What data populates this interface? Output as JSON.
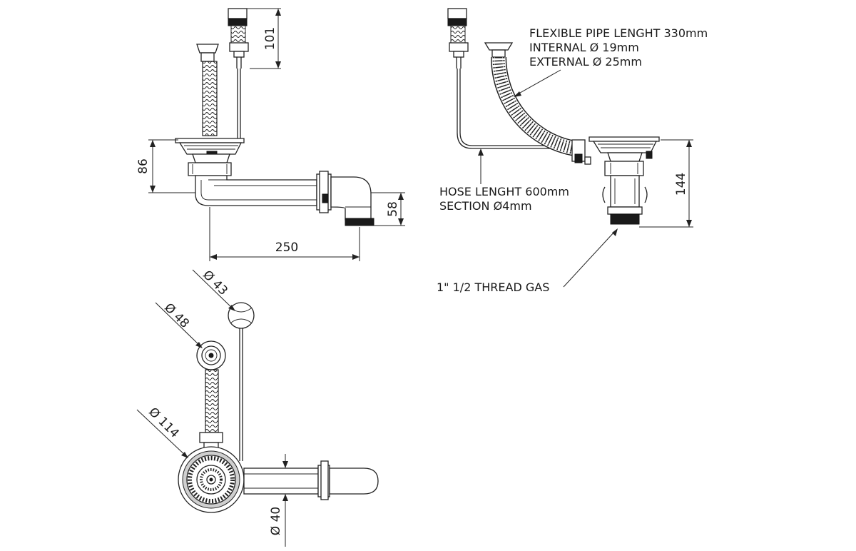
{
  "dimensions": {
    "top_height": "101",
    "basket_height": "86",
    "outlet_height": "58",
    "length": "250",
    "right_height": "144",
    "d_knob": "Ø 43",
    "d_overflow": "Ø 48",
    "d_basket": "Ø 114",
    "d_pipe": "Ø 40"
  },
  "notes": {
    "flex_pipe_l1": "FLEXIBLE PIPE LENGHT 330mm",
    "flex_pipe_l2": "INTERNAL Ø 19mm",
    "flex_pipe_l3": "EXTERNAL Ø 25mm",
    "hose_l1": "HOSE LENGHT 600mm",
    "hose_l2": "SECTION Ø4mm",
    "thread": "1\" 1/2 THREAD GAS"
  }
}
